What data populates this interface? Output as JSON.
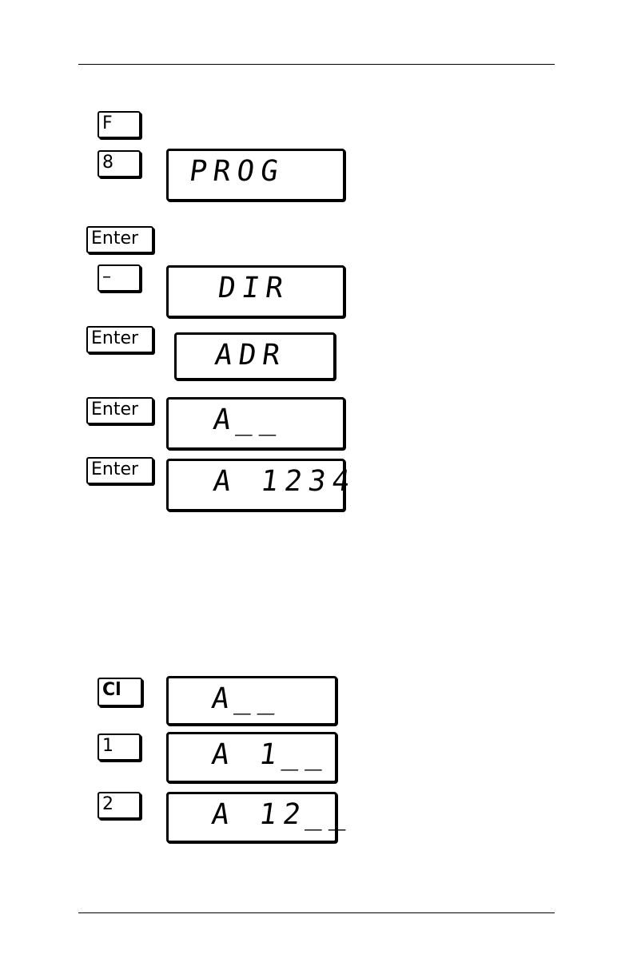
{
  "keys": [
    {
      "id": "f",
      "label": "F"
    },
    {
      "id": "8",
      "label": "8"
    },
    {
      "id": "enter1",
      "label": "Enter"
    },
    {
      "id": "minus",
      "label": "–"
    },
    {
      "id": "enter2",
      "label": "Enter"
    },
    {
      "id": "enter3",
      "label": "Enter"
    },
    {
      "id": "enter4",
      "label": "Enter"
    },
    {
      "id": "cl",
      "label": "Cl"
    },
    {
      "id": "1",
      "label": "1"
    },
    {
      "id": "2",
      "label": "2"
    }
  ],
  "displays": [
    {
      "id": "prog",
      "text": "PROG"
    },
    {
      "id": "dir",
      "text": "DIR"
    },
    {
      "id": "adr",
      "text": "ADR"
    },
    {
      "id": "a-empty",
      "text": "A__"
    },
    {
      "id": "a-1234",
      "text": "A 1234"
    },
    {
      "id": "a-empty-2",
      "text": "A__"
    },
    {
      "id": "a-1",
      "text": "A 1__"
    },
    {
      "id": "a-12",
      "text": "A 12__"
    }
  ]
}
